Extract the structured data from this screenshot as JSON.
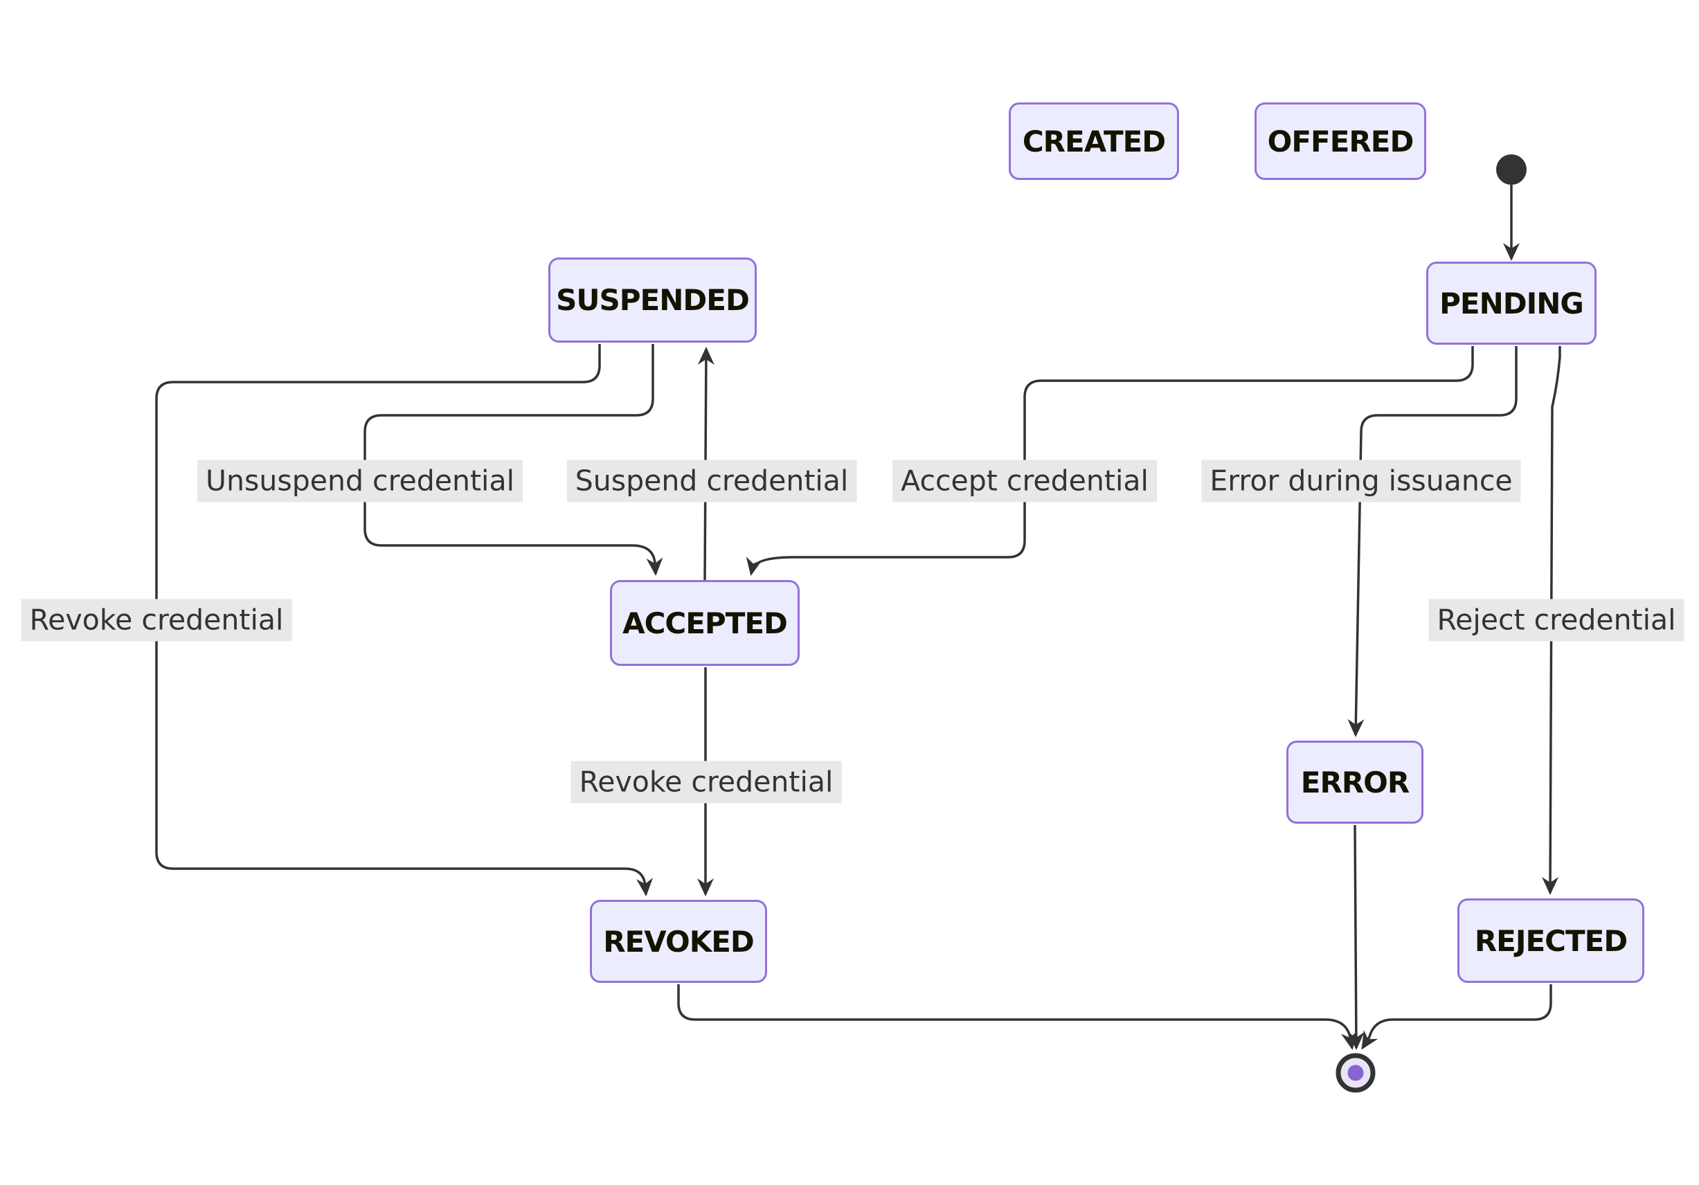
{
  "diagram": {
    "type": "state-diagram",
    "background": "#FFFFFF",
    "colors": {
      "node_fill": "#ECECFF",
      "node_border": "#9370DB",
      "node_text": "#131300",
      "edge_line": "#333333",
      "edge_label_text": "#333333",
      "edge_label_bg": "#E8E8E8",
      "start_marker": "#333333",
      "final_marker_ring": "#333333",
      "final_marker_inner": "#8A63D2"
    },
    "states": {
      "created": {
        "label": "CREATED"
      },
      "offered": {
        "label": "OFFERED"
      },
      "pending": {
        "label": "PENDING"
      },
      "suspended": {
        "label": "SUSPENDED"
      },
      "accepted": {
        "label": "ACCEPTED"
      },
      "error": {
        "label": "ERROR"
      },
      "revoked": {
        "label": "REVOKED"
      },
      "rejected": {
        "label": "REJECTED"
      }
    },
    "transitions": [
      {
        "from": "[*]",
        "to": "PENDING",
        "label": ""
      },
      {
        "from": "PENDING",
        "to": "ACCEPTED",
        "label": "Accept credential"
      },
      {
        "from": "PENDING",
        "to": "ERROR",
        "label": "Error during issuance"
      },
      {
        "from": "PENDING",
        "to": "REJECTED",
        "label": "Reject credential"
      },
      {
        "from": "SUSPENDED",
        "to": "ACCEPTED",
        "label": "Unsuspend credential"
      },
      {
        "from": "ACCEPTED",
        "to": "SUSPENDED",
        "label": "Suspend credential"
      },
      {
        "from": "SUSPENDED",
        "to": "REVOKED",
        "label": "Revoke credential"
      },
      {
        "from": "ACCEPTED",
        "to": "REVOKED",
        "label": "Revoke credential"
      },
      {
        "from": "REVOKED",
        "to": "[*]",
        "label": ""
      },
      {
        "from": "ERROR",
        "to": "[*]",
        "label": ""
      },
      {
        "from": "REJECTED",
        "to": "[*]",
        "label": ""
      }
    ]
  }
}
